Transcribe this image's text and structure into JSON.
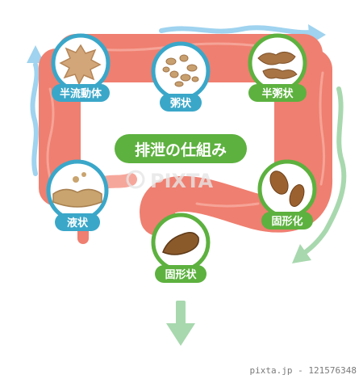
{
  "title": "排泄の仕組み",
  "stages": [
    {
      "id": "half-fluid",
      "label": "半流動体",
      "state": "fluid",
      "border": "#3aa7c9"
    },
    {
      "id": "gruel",
      "label": "粥状",
      "state": "gruel",
      "border": "#3aa7c9"
    },
    {
      "id": "half-gruel",
      "label": "半粥状",
      "state": "half-gruel",
      "border": "#5db13f"
    },
    {
      "id": "liquid",
      "label": "液状",
      "state": "liquid",
      "border": "#3aa7c9"
    },
    {
      "id": "solidifying",
      "label": "固形化",
      "state": "solidifying",
      "border": "#5db13f"
    },
    {
      "id": "solid",
      "label": "固形状",
      "state": "solid",
      "border": "#5db13f"
    }
  ],
  "watermark": "PIXTA",
  "credit": "pixta.jp - 121576348",
  "colors": {
    "intestine": "#ef7f70",
    "intestine_light": "#f6a79b",
    "intestine_dark": "#d96558",
    "blue_arrow": "#9fd3ef",
    "green_arrow": "#a8d8ae",
    "green": "#5db13f",
    "blue": "#3aa7c9",
    "stool_light": "#d4b890",
    "stool_mid": "#b58658",
    "stool_dark": "#8b5a2b"
  }
}
